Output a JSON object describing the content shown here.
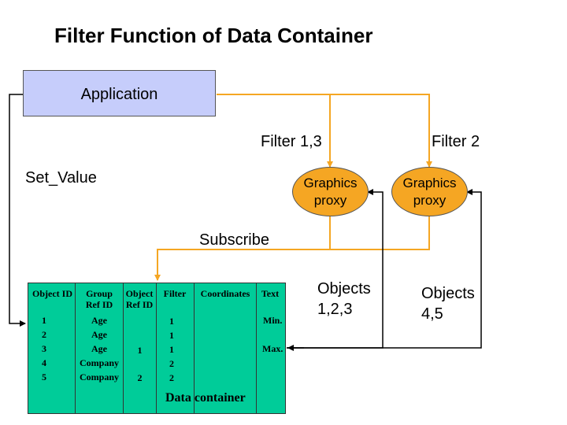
{
  "title": "Filter Function of Data Container",
  "application": {
    "label": "Application"
  },
  "filters": {
    "filter_13": "Filter 1,3",
    "filter_2": "Filter 2"
  },
  "set_value": "Set_Value",
  "subscribe": "Subscribe",
  "proxies": [
    {
      "line1": "Graphics",
      "line2": "proxy"
    },
    {
      "line1": "Graphics",
      "line2": "proxy"
    }
  ],
  "objects": [
    {
      "line1": "Objects",
      "line2": "1,2,3"
    },
    {
      "line1": "Objects",
      "line2": "4,5"
    }
  ],
  "container": {
    "headers": {
      "object_id": "Object ID",
      "group_ref_id_1": "Group",
      "group_ref_id_2": "Ref ID",
      "object_ref_id_1": "Object",
      "object_ref_id_2": "Ref ID",
      "filter": "Filter",
      "coordinates": "Coordinates",
      "text": "Text"
    },
    "rows": [
      {
        "object_id": "1",
        "group_ref_id": "Age",
        "object_ref_id": "",
        "filter": "1"
      },
      {
        "object_id": "2",
        "group_ref_id": "Age",
        "object_ref_id": "",
        "filter": "1"
      },
      {
        "object_id": "3",
        "group_ref_id": "Age",
        "object_ref_id": "1",
        "filter": "1"
      },
      {
        "object_id": "4",
        "group_ref_id": "Company",
        "object_ref_id": "",
        "filter": "2"
      },
      {
        "object_id": "5",
        "group_ref_id": "Company",
        "object_ref_id": "2",
        "filter": "2"
      }
    ],
    "text_min": "Min.",
    "text_max": "Max.",
    "label": "Data container"
  },
  "colors": {
    "application_fill": "#c6cdfb",
    "proxy_fill": "#f5a623",
    "connector_orange": "#f5a623",
    "container_fill": "#00cc99"
  }
}
